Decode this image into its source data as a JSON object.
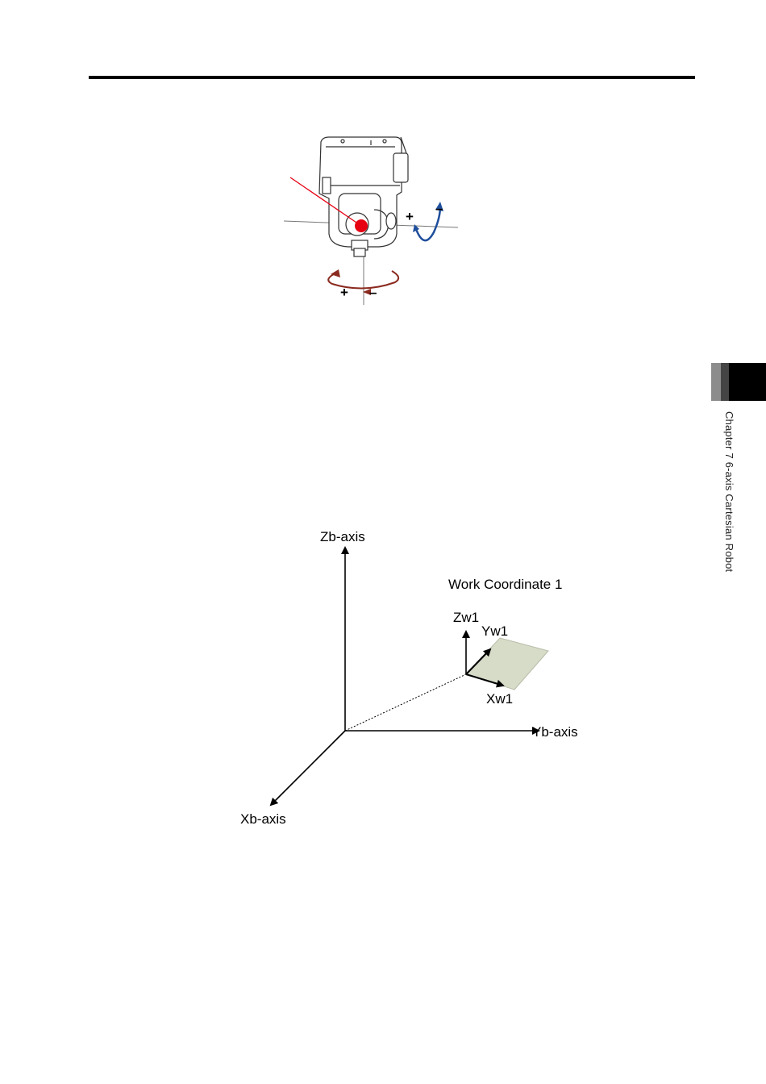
{
  "robot_figure": {
    "plus_right": "+",
    "minus_right": "–",
    "plus_bottom": "+",
    "minus_bottom": "–"
  },
  "coordinate_figure": {
    "zb_label": "Zb-axis",
    "yb_label": "Yb-axis",
    "xb_label": "Xb-axis",
    "work_title": "Work Coordinate 1",
    "zw_label": "Zw1",
    "yw_label": "Yw1",
    "xw_label": "Xw1"
  },
  "sidebar": {
    "chapter_label": "Chapter 7 6-axis Cartesian Robot"
  },
  "colors": {
    "red_marker": "#e60012",
    "blue_arrow": "#1f4e9c",
    "brown_arrow": "#8b2a1f",
    "plane_fill": "#d6dcc8"
  }
}
